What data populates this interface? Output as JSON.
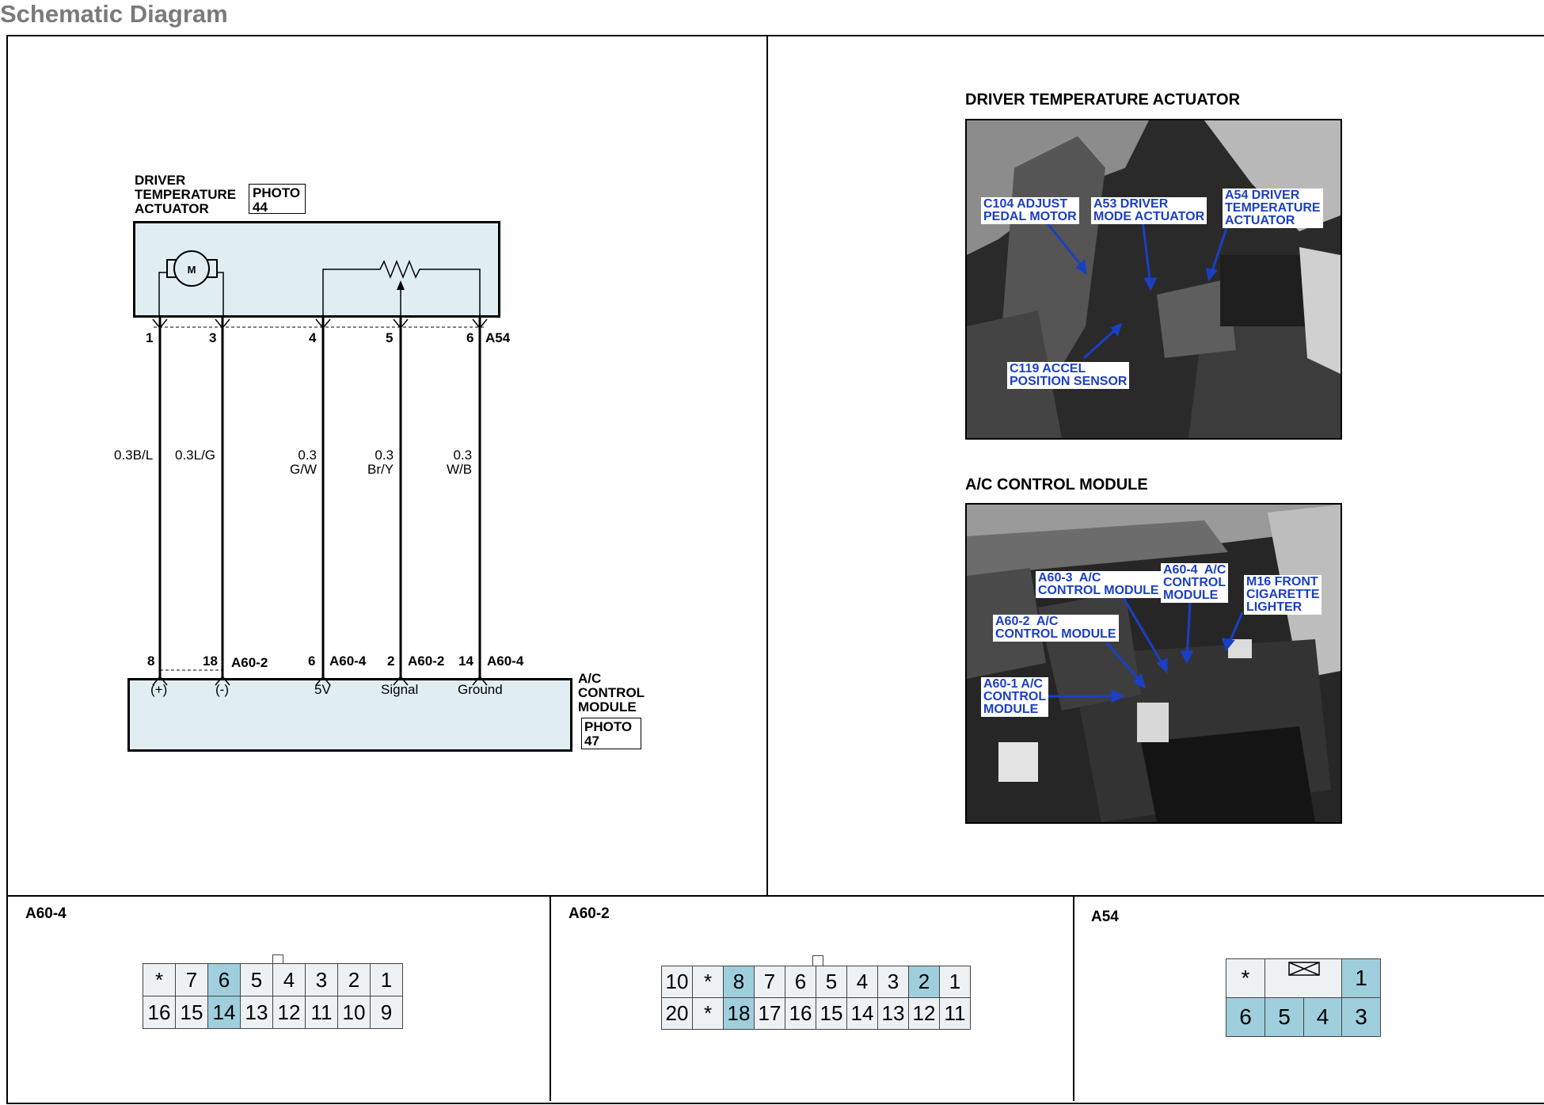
{
  "page_title": "Schematic Diagram",
  "schematic": {
    "actuator": {
      "name": "DRIVER\nTEMPERATURE\nACTUATOR",
      "photo": "PHOTO\n44",
      "motor_symbol": "M",
      "connector": "A54"
    },
    "top_pins": [
      "1",
      "3",
      "4",
      "5",
      "6"
    ],
    "wires": [
      "0.3B/L",
      "0.3L/G",
      "0.3\nG/W",
      "0.3\nBr/Y",
      "0.3\nW/B"
    ],
    "bottom_pins": [
      "8",
      "18",
      "6",
      "2",
      "14"
    ],
    "bottom_connectors": [
      "A60-2",
      "A60-4",
      "A60-2",
      "A60-4"
    ],
    "module_terminals": [
      "(+)",
      "(-)",
      "5V",
      "Signal",
      "Ground"
    ],
    "module": {
      "name": "A/C\nCONTROL\nMODULE",
      "photo": "PHOTO\n47"
    }
  },
  "photos": {
    "actuator_title": "DRIVER TEMPERATURE ACTUATOR",
    "actuator_callouts": [
      "C104 ADJUST\nPEDAL MOTOR",
      "A53 DRIVER\nMODE ACTUATOR",
      "A54 DRIVER\nTEMPERATURE\nACTUATOR",
      "C119 ACCEL\nPOSITION SENSOR"
    ],
    "module_title": "A/C CONTROL MODULE",
    "module_callouts": [
      "A60-3  A/C\nCONTROL MODULE",
      "A60-4  A/C\nCONTROL\nMODULE",
      "M16 FRONT\nCIGARETTE\nLIGHTER",
      "A60-2  A/C\nCONTROL MODULE",
      "A60-1 A/C\nCONTROL\nMODULE"
    ]
  },
  "connectors": [
    {
      "name": "A60-4",
      "row1": [
        "*",
        "7",
        "6",
        "5",
        "4",
        "3",
        "2",
        "1"
      ],
      "row2": [
        "16",
        "15",
        "14",
        "13",
        "12",
        "11",
        "10",
        "9"
      ],
      "highlight": [
        "6",
        "14"
      ]
    },
    {
      "name": "A60-2",
      "row1": [
        "10",
        "*",
        "8",
        "7",
        "6",
        "5",
        "4",
        "3",
        "2",
        "1"
      ],
      "row2": [
        "20",
        "*",
        "18",
        "17",
        "16",
        "15",
        "14",
        "13",
        "12",
        "11"
      ],
      "highlight": [
        "8",
        "2",
        "18"
      ]
    },
    {
      "name": "A54",
      "row1": [
        "*",
        "1"
      ],
      "row2": [
        "6",
        "5",
        "4",
        "3"
      ]
    }
  ]
}
